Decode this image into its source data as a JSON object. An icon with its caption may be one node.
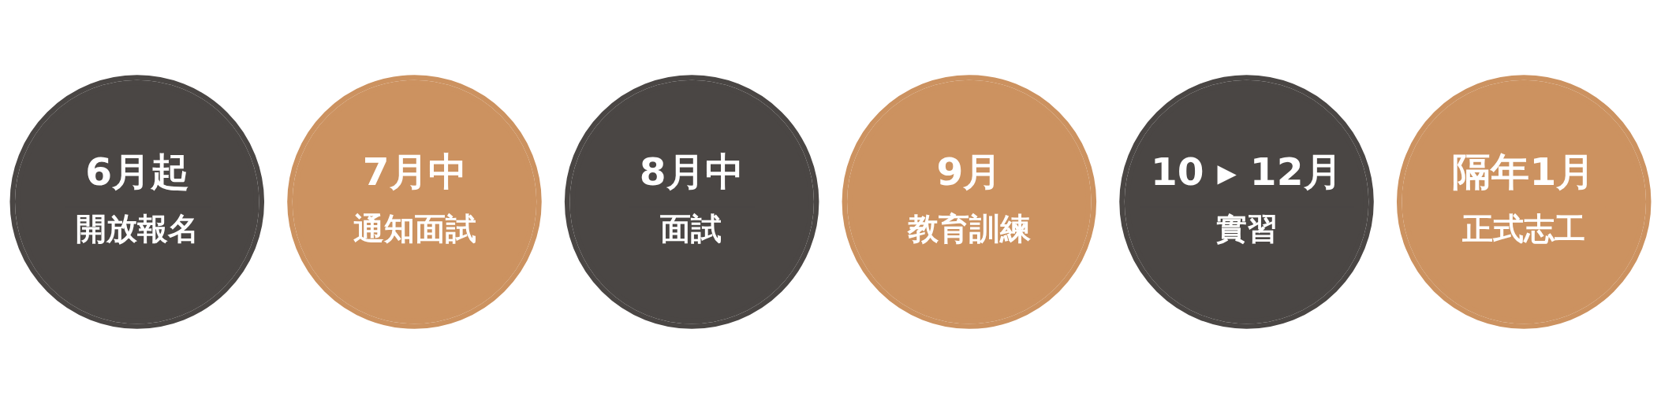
{
  "diagram": {
    "nodes": [
      {
        "text": [
          "6月起",
          "開放報名"
        ]
      },
      {
        "text": [
          "7月中",
          "通知面試"
        ]
      },
      {
        "text": [
          "8月中",
          "面試"
        ]
      },
      {
        "text": [
          "9月",
          "教育訓練"
        ]
      },
      {
        "text": [
          "10 ▸ 12月",
          "實習"
        ]
      },
      {
        "text": [
          "隔年1月",
          "正式志工"
        ]
      }
    ],
    "edges": []
  }
}
